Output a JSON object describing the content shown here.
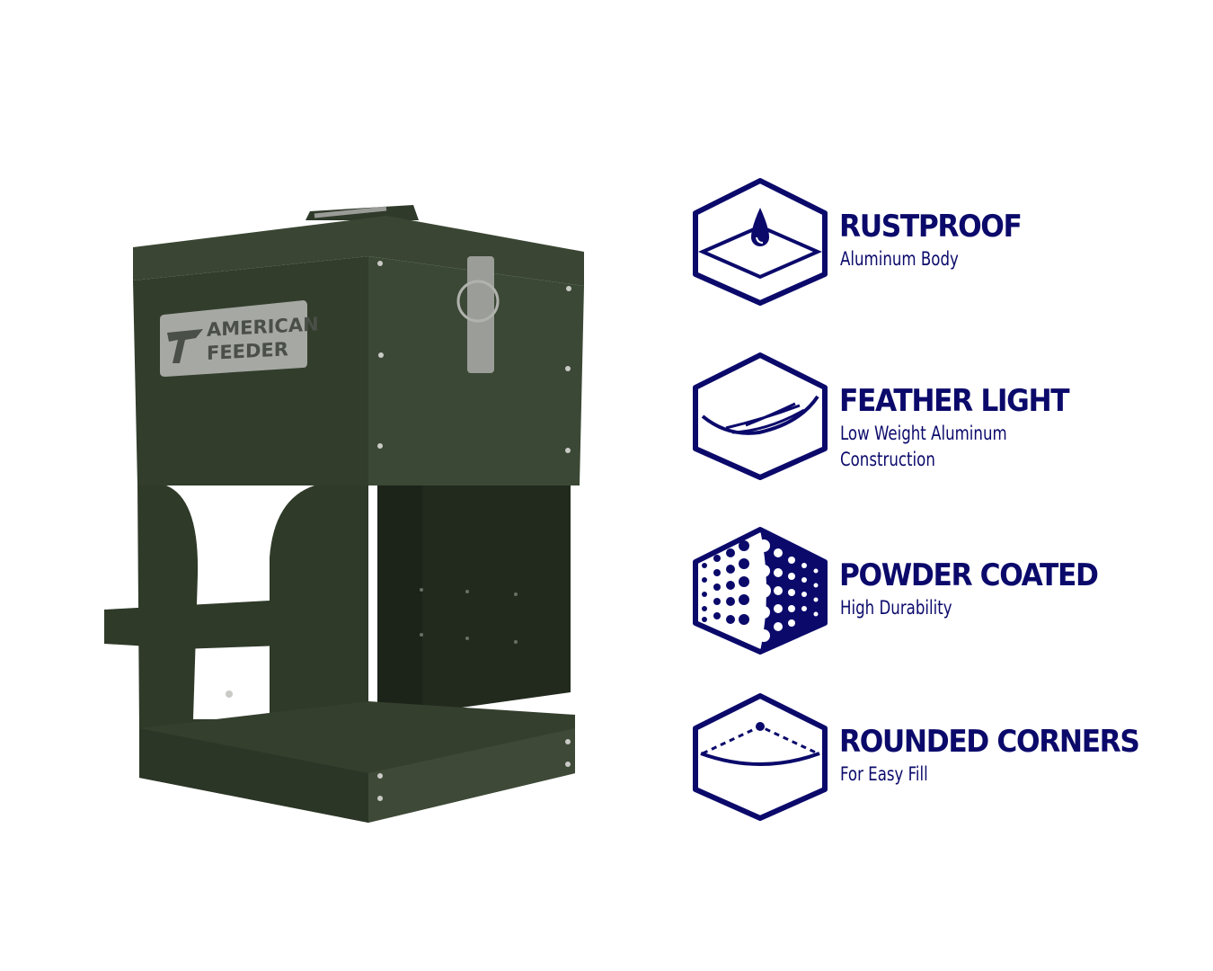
{
  "product": {
    "name": "American Feeder",
    "logo_text": [
      "AMERICAN",
      "FEEDER"
    ],
    "color": "#3a4532"
  },
  "accent": "#0b0a6b",
  "features": [
    {
      "icon": "water-drop-icon",
      "title": "RUSTPROOF",
      "subtitle": "Aluminum Body"
    },
    {
      "icon": "feather-icon",
      "title": "FEATHER LIGHT",
      "subtitle": "Low Weight Aluminum\nConstruction"
    },
    {
      "icon": "powder-dots-icon",
      "title": "POWDER COATED",
      "subtitle": "High Durability"
    },
    {
      "icon": "rounded-corner-icon",
      "title": "ROUNDED CORNERS",
      "subtitle": "For Easy Fill"
    }
  ]
}
